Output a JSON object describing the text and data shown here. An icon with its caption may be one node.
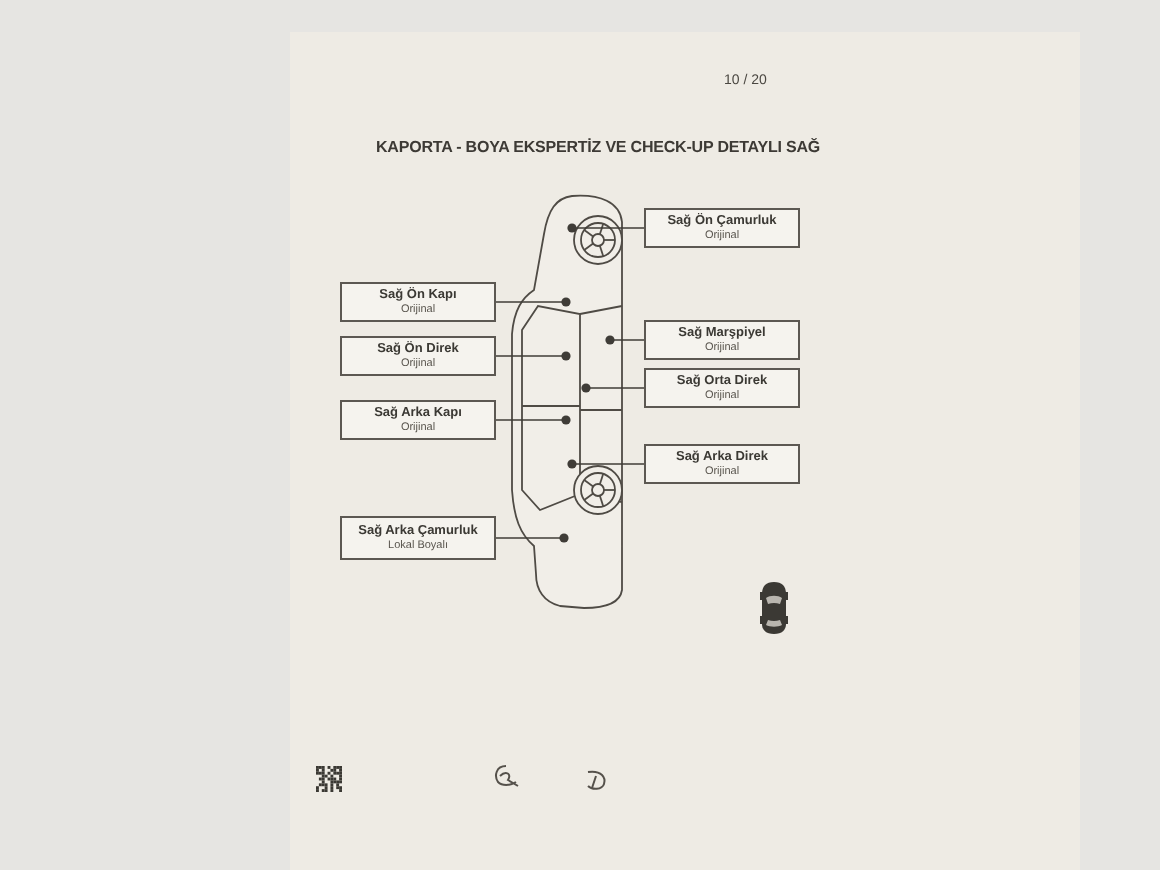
{
  "diagram": {
    "title": "KAPORTA - BOYA EKSPERTİZ VE CHECK-UP DETAYLI SAĞ",
    "nodes": [
      {
        "text": [
          "Sağ Ön Çamurluk",
          "Orijinal"
        ]
      },
      {
        "text": [
          "Sağ Ön Kapı",
          "Orijinal"
        ]
      },
      {
        "text": [
          "Sağ Ön Direk",
          "Orijinal"
        ]
      },
      {
        "text": [
          "Sağ Marşpiyel",
          "Orijinal"
        ]
      },
      {
        "text": [
          "Sağ Orta Direk",
          "Orijinal"
        ]
      },
      {
        "text": [
          "Sağ Arka Kapı",
          "Orijinal"
        ]
      },
      {
        "text": [
          "Sağ Arka Direk",
          "Orijinal"
        ]
      },
      {
        "text": [
          "Sağ Arka Çamurluk",
          "Lokal Boyalı"
        ]
      }
    ],
    "edges": [
      {
        "from": 0,
        "to": null,
        "arrow": "other"
      },
      {
        "from": 1,
        "to": null,
        "arrow": "other"
      },
      {
        "from": 2,
        "to": null,
        "arrow": "other"
      },
      {
        "from": 3,
        "to": null,
        "arrow": "other"
      },
      {
        "from": 4,
        "to": null,
        "arrow": "other"
      },
      {
        "from": 5,
        "to": null,
        "arrow": "other"
      },
      {
        "from": 6,
        "to": null,
        "arrow": "other"
      },
      {
        "from": 7,
        "to": null,
        "arrow": "other"
      }
    ],
    "labels": [
      "10 / 20"
    ]
  }
}
